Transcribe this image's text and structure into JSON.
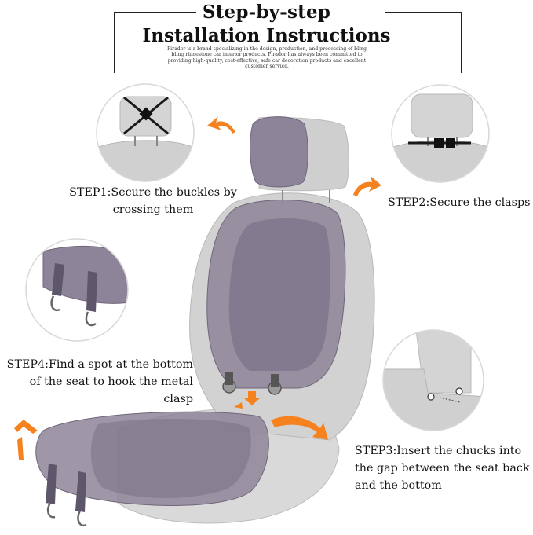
{
  "header": {
    "title_line1": "Step-by-step",
    "title_line2": "Installation Instructions",
    "intro": "Pirador is a brand specializing in the design, production, and processing of bling bling rhinestone car interior products. Pirador has always been committed to providing high-quality, cost-effective, safe car decoration products and excellent customer service."
  },
  "steps": {
    "step1": "STEP1:Secure the buckles by crossing them",
    "step2": "STEP2:Secure the clasps",
    "step3": "STEP3:Insert the chucks into the gap between the seat back and the bottom",
    "step4": "STEP4:Find a spot at the bottom of the seat to hook the metal clasp"
  },
  "colors": {
    "cover_purple": "#8e8499",
    "seat_gray": "#cfcfcf",
    "arrow_orange": "#f5821f",
    "frame": "#222222"
  }
}
